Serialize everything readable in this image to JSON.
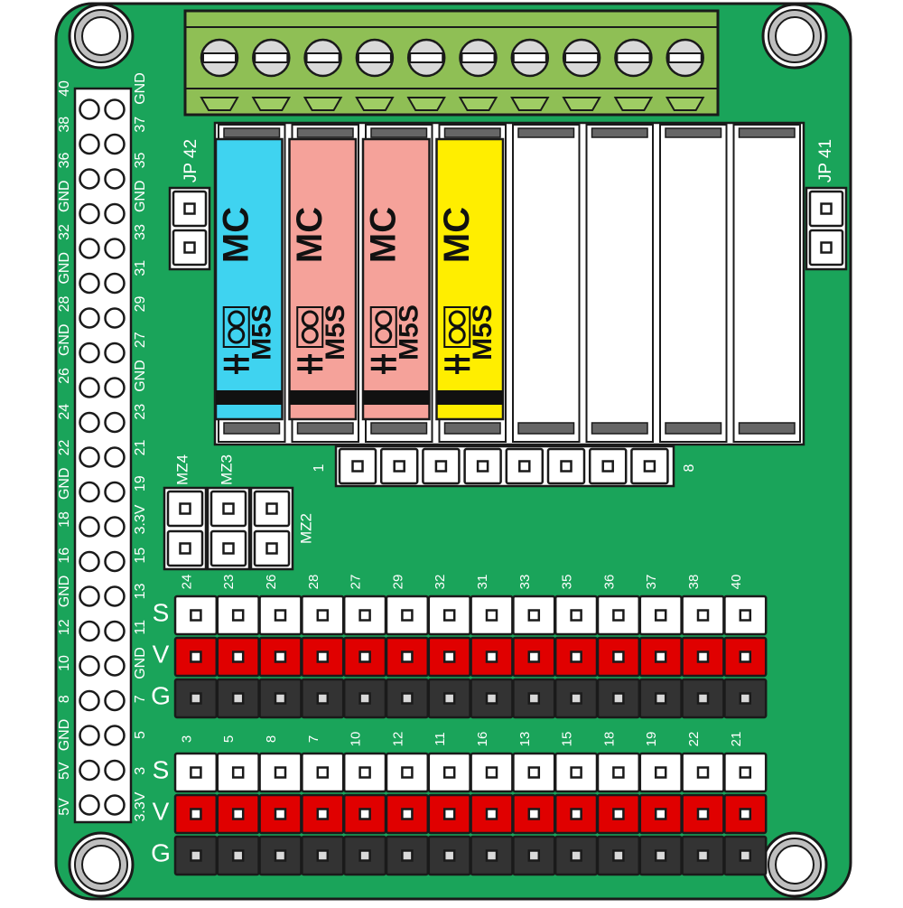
{
  "board": {
    "pcb_color": "#1aa45a",
    "outline_color": "#1a1a1a"
  },
  "gpio_header": {
    "left_labels": [
      "5V",
      "5V",
      "GND",
      "8",
      "10",
      "12",
      "GND",
      "16",
      "18",
      "GND",
      "22",
      "24",
      "26",
      "GND",
      "28",
      "GND",
      "32",
      "GND",
      "36",
      "38",
      "40"
    ],
    "right_labels": [
      "3.3V",
      "3",
      "5",
      "7",
      "GND",
      "11",
      "13",
      "15",
      "3.3V",
      "19",
      "21",
      "23",
      "GND",
      "27",
      "29",
      "31",
      "33",
      "GND",
      "35",
      "37",
      "GND"
    ]
  },
  "terminal_block": {
    "screw_count": 10,
    "color": "#8fbf55"
  },
  "relays": [
    {
      "index": 1,
      "brand": "MC",
      "model": "M5S",
      "color": "#3fd3f0",
      "populated": true
    },
    {
      "index": 2,
      "brand": "MC",
      "model": "M5S",
      "color": "#f5a29a",
      "populated": true
    },
    {
      "index": 3,
      "brand": "MC",
      "model": "M5S",
      "color": "#f5a29a",
      "populated": true
    },
    {
      "index": 4,
      "brand": "MC",
      "model": "M5S",
      "color": "#ffee00",
      "populated": true
    },
    {
      "index": 5,
      "populated": false
    },
    {
      "index": 6,
      "populated": false
    },
    {
      "index": 7,
      "populated": false
    },
    {
      "index": 8,
      "populated": false
    }
  ],
  "jumpers": {
    "jp42": "JP 42",
    "jp41": "JP 41",
    "mz4": "MZ4",
    "mz3": "MZ3",
    "mz2": "MZ2"
  },
  "relay_header": {
    "first_label": "1",
    "last_label": "8",
    "pin_count": 8
  },
  "servo_rows": {
    "signal_label": "S",
    "vcc_label": "V",
    "ground_label": "G",
    "upper_pins": [
      "24",
      "23",
      "26",
      "28",
      "27",
      "29",
      "32",
      "31",
      "33",
      "35",
      "36",
      "37",
      "38",
      "40"
    ],
    "lower_pins": [
      "3",
      "5",
      "8",
      "7",
      "10",
      "12",
      "11",
      "16",
      "13",
      "15",
      "18",
      "19",
      "22",
      "21"
    ],
    "colors": {
      "signal": "#ffffff",
      "vcc": "#e00000",
      "ground": "#333333"
    }
  }
}
